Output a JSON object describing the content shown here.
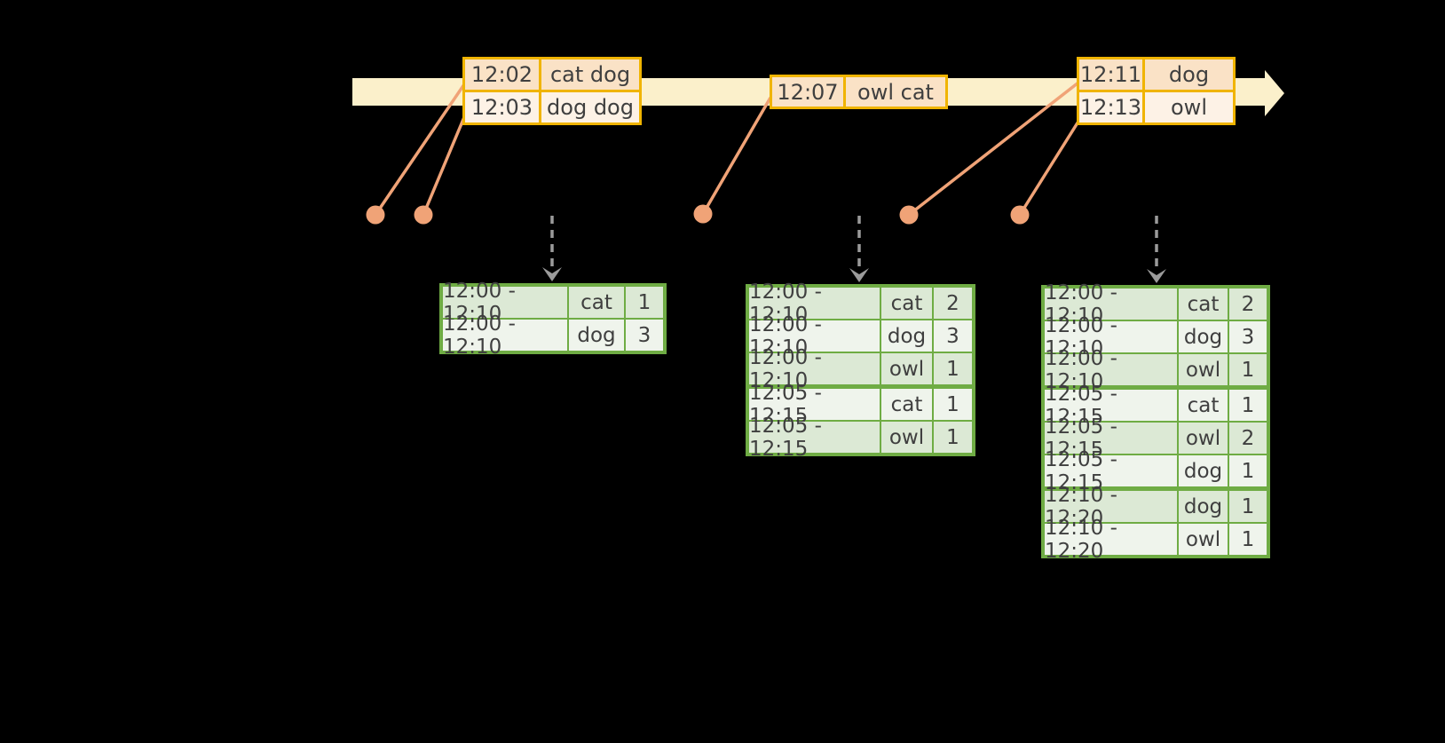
{
  "colors": {
    "background": "#000000",
    "timeline_fill": "#FBF0CB",
    "event_border": "#F0B400",
    "event_row_dark": "#FAE2C6",
    "event_row_light": "#FDF2E6",
    "connector": "#F0A377",
    "arrow_gray": "#9B9B9B",
    "result_border": "#6FAC44",
    "result_row_green": "#DCE9D5",
    "result_row_light": "#EFF4EC",
    "text": "#3F3F3F"
  },
  "event_tables": [
    {
      "rows": [
        {
          "time": "12:02",
          "text": "cat dog"
        },
        {
          "time": "12:03",
          "text": "dog dog"
        }
      ]
    },
    {
      "rows": [
        {
          "time": "12:07",
          "text": "owl cat"
        }
      ]
    },
    {
      "rows": [
        {
          "time": "12:11",
          "text": "dog"
        },
        {
          "time": "12:13",
          "text": "owl"
        }
      ]
    }
  ],
  "result_tables": [
    {
      "rows": [
        {
          "window": "12:00 - 12:10",
          "word": "cat",
          "count": "1"
        },
        {
          "window": "12:00 - 12:10",
          "word": "dog",
          "count": "3"
        }
      ]
    },
    {
      "rows": [
        {
          "window": "12:00 - 12:10",
          "word": "cat",
          "count": "2"
        },
        {
          "window": "12:00 - 12:10",
          "word": "dog",
          "count": "3"
        },
        {
          "window": "12:00 - 12:10",
          "word": "owl",
          "count": "1"
        },
        {
          "window": "12:05 - 12:15",
          "word": "cat",
          "count": "1"
        },
        {
          "window": "12:05 - 12:15",
          "word": "owl",
          "count": "1"
        }
      ]
    },
    {
      "rows": [
        {
          "window": "12:00 - 12:10",
          "word": "cat",
          "count": "2"
        },
        {
          "window": "12:00 - 12:10",
          "word": "dog",
          "count": "3"
        },
        {
          "window": "12:00 - 12:10",
          "word": "owl",
          "count": "1"
        },
        {
          "window": "12:05 - 12:15",
          "word": "cat",
          "count": "1"
        },
        {
          "window": "12:05 - 12:15",
          "word": "owl",
          "count": "2"
        },
        {
          "window": "12:05 - 12:15",
          "word": "dog",
          "count": "1"
        },
        {
          "window": "12:10 - 12:20",
          "word": "dog",
          "count": "1"
        },
        {
          "window": "12:10 - 12:20",
          "word": "owl",
          "count": "1"
        }
      ]
    }
  ]
}
